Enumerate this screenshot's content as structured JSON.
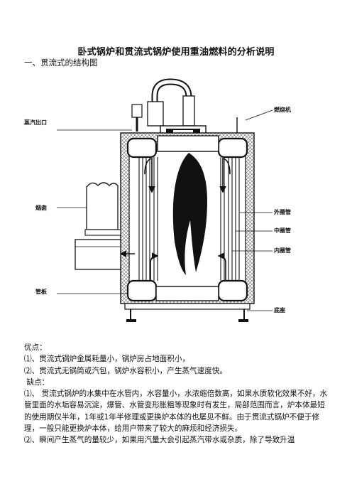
{
  "title": "卧式锅炉和贯流式锅炉使用重油燃料的分析说明",
  "section_heading": "一、贯流式的结构图",
  "diagram_labels": {
    "burner": "燃烧机",
    "steam_outlet": "蒸汽出口",
    "chimney": "烟囱",
    "outer_tube": "外圈管",
    "middle_tube": "中圈管",
    "inner_tube": "内圈管",
    "tube_plate": "管板",
    "base": "底座"
  },
  "advantages_heading": "优点：",
  "advantages": [
    "⑴、贯流式锅炉金属耗量小，锅炉房占地面积小，",
    "⑵、贯流式无锅筒或汽包，锅炉水容积小，产生蒸气速度快。"
  ],
  "disadvantages_heading": " 缺点：",
  "disadvantages": [
    "⑴、 贯流式锅炉的水集中在水管内，水容量小，水浓缩倍数高，如果水质软化效果不好，水管里面的水垢容易沉淀，爆管、水管变形胀粗等现象时有发生，局部范围而言，炉本体最短的使用期仅半年，1年或1年半修理或更换炉本体的也屡见不鲜。由于贯流式锅炉不便于修理，一般只能更换炉本体，给用户带来了较大的麻烦和经济损失。",
    "⑵、瞬间产生蒸气的量较少，如果用汽量大会引起蒸汽带水或杂质，除了导致升温"
  ]
}
